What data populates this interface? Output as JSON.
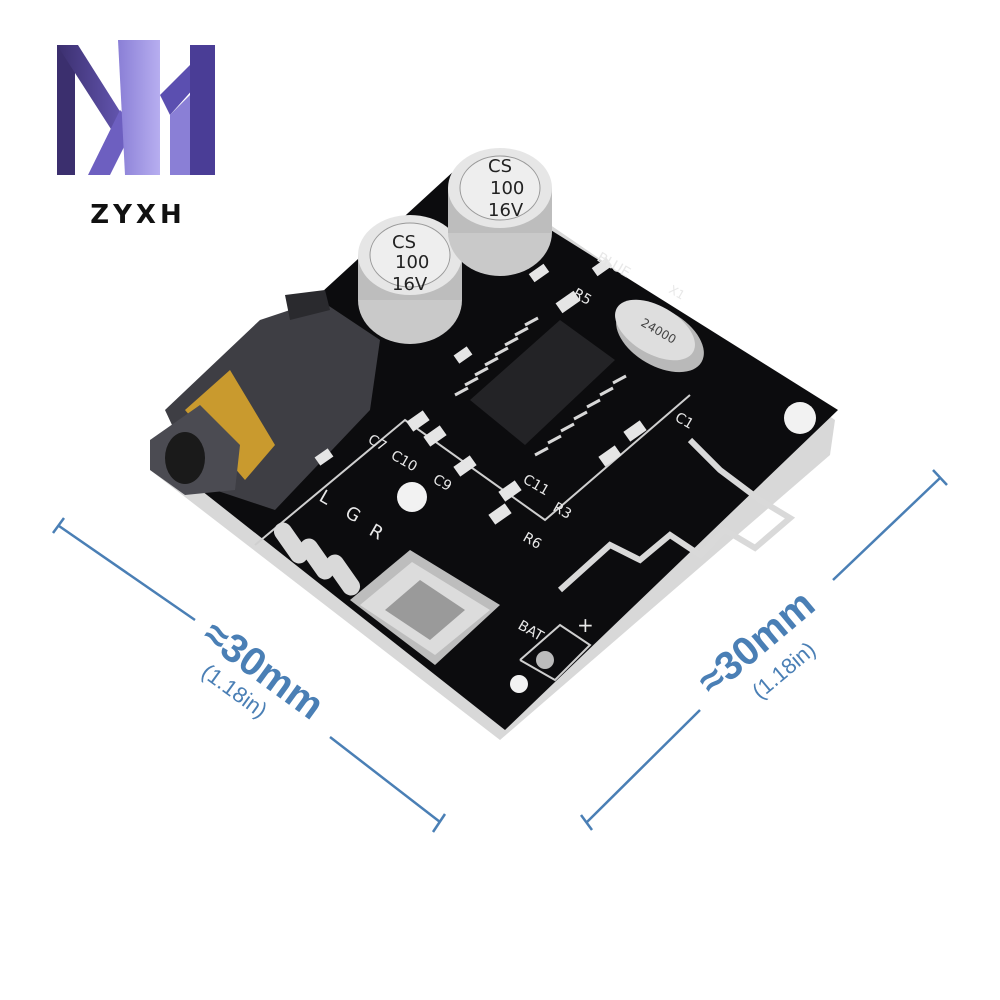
{
  "brand": {
    "name": "ZYXH"
  },
  "capacitors": [
    {
      "line1": "CS",
      "line2": "100",
      "line3": "16V"
    },
    {
      "line1": "CS",
      "line2": "100",
      "line3": "16V"
    }
  ],
  "board_labels": {
    "blue": "BLUE",
    "r5": "R5",
    "x1": "X1",
    "crystal": "24000",
    "c7": "C7",
    "c10": "C10",
    "c9": "C9",
    "c11": "C11",
    "r6": "R6",
    "r3": "R3",
    "c1": "C1",
    "l": "L",
    "g": "G",
    "r": "R",
    "bat": "BAT",
    "plus": "+"
  },
  "dimensions": {
    "left": {
      "value": "≈30mm",
      "inches": "(1.18in)"
    },
    "right": {
      "value": "≈30mm",
      "inches": "(1.18in)"
    }
  },
  "colors": {
    "pcb": "#0c0c0e",
    "dimension_line": "#4a7fb5",
    "logo_dark": "#3b2f6e",
    "logo_light": "#7b6cc9"
  }
}
